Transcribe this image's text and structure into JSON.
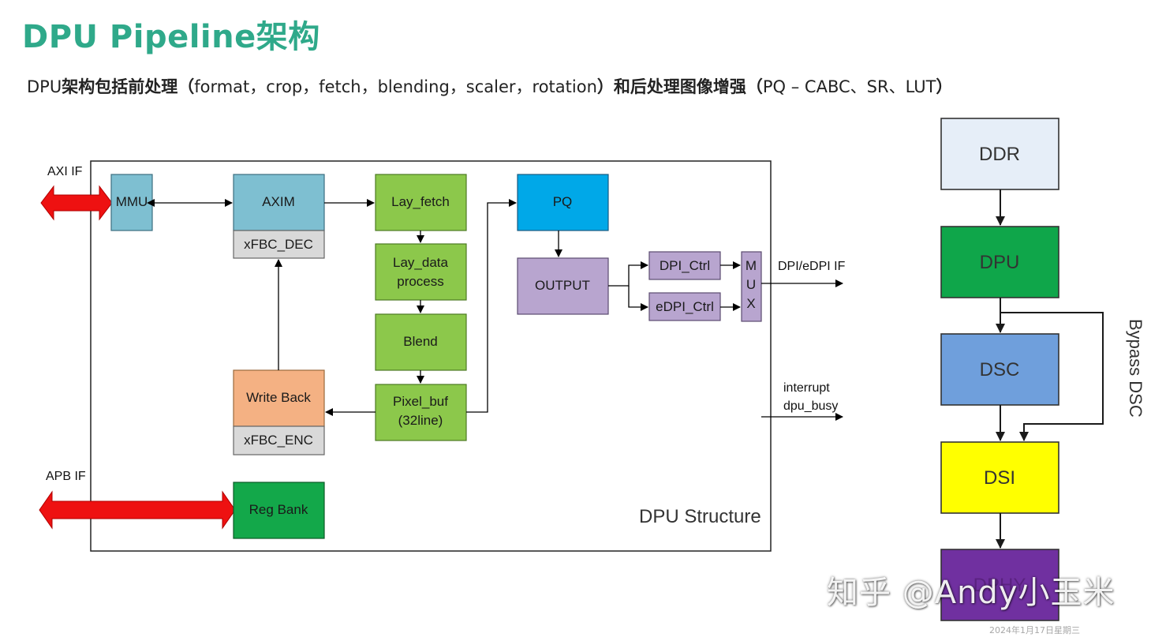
{
  "page": {
    "title": "DPU Pipeline架构",
    "desc_text1": "DPU",
    "desc_bold1": "架构包括前处理（",
    "desc_text2": "format，crop，fetch，blending，scaler，rotation",
    "desc_bold2": "）和后处理图像增强（",
    "desc_text3": "PQ – CABC、SR、LUT",
    "desc_bold3": "）"
  },
  "left_diagram": {
    "structure_label": "DPU Structure",
    "labels": {
      "axi_if": "AXI IF",
      "apb_if": "APB IF",
      "dpi_edpi_if": "DPI/eDPI IF",
      "interrupt": "interrupt",
      "dpu_busy": "dpu_busy"
    },
    "blocks": {
      "mmu": "MMU",
      "axim": "AXIM",
      "xfbc_dec": "xFBC_DEC",
      "lay_fetch": "Lay_fetch",
      "lay_data_1": "Lay_data",
      "lay_data_2": "process",
      "blend": "Blend",
      "pixel_buf_1": "Pixel_buf",
      "pixel_buf_2": "(32line)",
      "write_back": "Write Back",
      "xfbc_enc": "xFBC_ENC",
      "reg_bank": "Reg Bank",
      "pq": "PQ",
      "output": "OUTPUT",
      "dpi_ctrl": "DPI_Ctrl",
      "edpi_ctrl": "eDPI_Ctrl",
      "mux_m": "M",
      "mux_u": "U",
      "mux_x": "X"
    }
  },
  "right_diagram": {
    "blocks": [
      "DDR",
      "DPU",
      "DSC",
      "DSI",
      "DPHY"
    ],
    "bypass_label": "Bypass DSC"
  },
  "colors": {
    "title": "#2fa98a",
    "mmu_axim": "#7ebfd1",
    "xfbc": "#d9d9d9",
    "green_blocks": "#8cc84b",
    "write_back": "#f4b183",
    "reg_bank": "#13a84a",
    "pq": "#00a8e8",
    "purple_blocks": "#b8a5cf",
    "arrow_red": "#ee1111",
    "ddr": "#e6eef8",
    "dpu": "#0fa64a",
    "dsc": "#6f9fdc",
    "dsi": "#ffff00",
    "dphy": "#7030a0"
  },
  "watermark": "知乎 @Andy小玉米",
  "datestamp": "2024年1月17日星期三"
}
